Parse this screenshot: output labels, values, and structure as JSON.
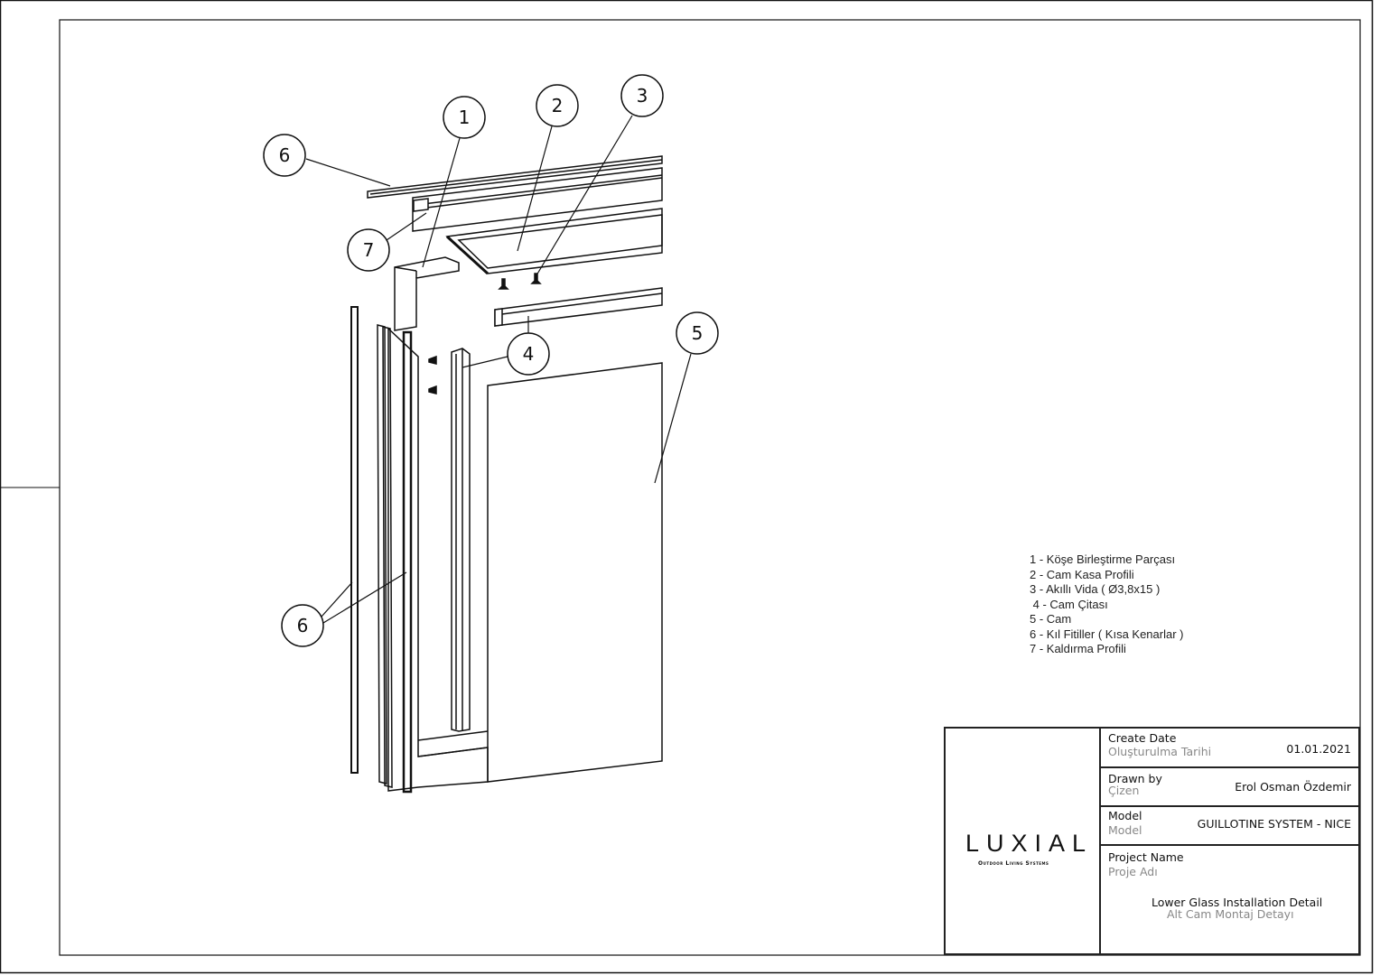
{
  "callouts": [
    "1",
    "2",
    "3",
    "4",
    "5",
    "6",
    "7",
    "6"
  ],
  "legend": [
    "1 - Köşe Birleştirme Parçası",
    "2 - Cam Kasa Profili",
    "3 - Akıllı Vida ( Ø3,8x15 )",
    " 4 - Cam Çitası",
    "5 - Cam",
    "6 - Kıl Fitiller ( Kısa Kenarlar )",
    "7 - Kaldırma Profili"
  ],
  "title_block": {
    "logo": "LUXIAL",
    "logo_tagline": "Outdoor Living Systems",
    "create_date_label": "Create Date",
    "create_date_label_tr": "Oluşturulma Tarihi",
    "create_date": "01.01.2021",
    "drawn_by_label": "Drawn by",
    "drawn_by_label_tr": "Çizen",
    "drawn_by": "Erol Osman Özdemir",
    "model_label": "Model",
    "model_label_tr": "Model",
    "model": "GUILLOTINE SYSTEM - NICE",
    "project_label": "Project Name",
    "project_label_tr": "Proje Adı",
    "project_name": "Lower Glass Installation Detail",
    "project_name_tr": "Alt Cam Montaj Detayı"
  }
}
